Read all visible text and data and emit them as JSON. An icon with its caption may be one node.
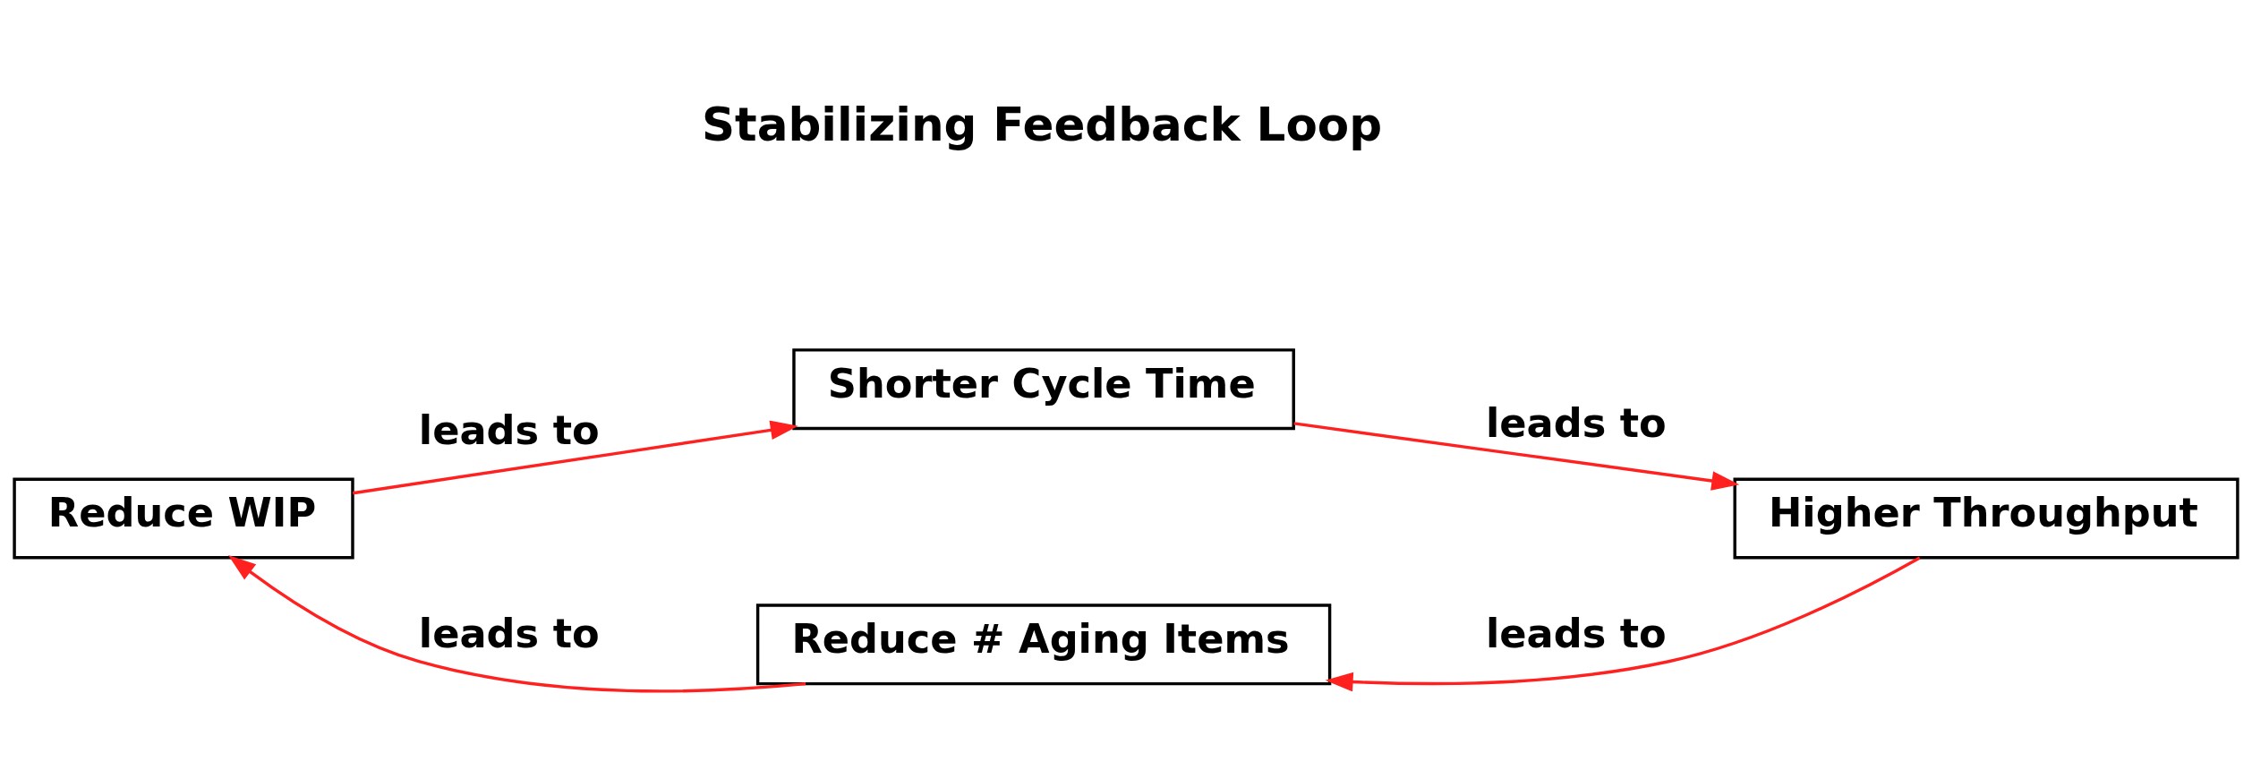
{
  "diagram": {
    "nodes": [
      {
        "text": [
          "Reduce WIP"
        ]
      },
      {
        "text": [
          "Shorter Cycle Time"
        ]
      },
      {
        "text": [
          "Higher Throughput"
        ]
      },
      {
        "text": [
          "Reduce # Aging Items"
        ]
      }
    ],
    "edges": [
      {
        "from": 0,
        "to": 1,
        "arrow": "to",
        "label": "leads to"
      },
      {
        "from": 1,
        "to": 2,
        "arrow": "to",
        "label": "leads to"
      },
      {
        "from": 2,
        "to": 3,
        "arrow": "to",
        "label": "leads to"
      },
      {
        "from": 3,
        "to": 0,
        "arrow": "to",
        "label": "leads to"
      }
    ],
    "labels": [
      "Stabilizing Feedback Loop"
    ]
  }
}
